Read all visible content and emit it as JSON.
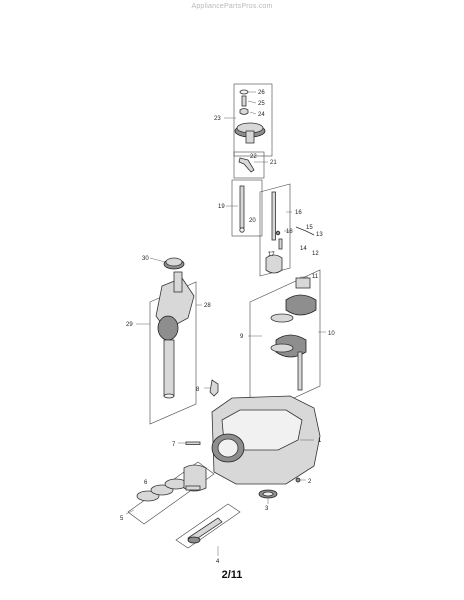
{
  "watermark": "AppliancePartsPros.com",
  "page_number": "2/11",
  "callouts": [
    "1",
    "2",
    "3",
    "4",
    "5",
    "6",
    "7",
    "8",
    "9",
    "10",
    "11",
    "12",
    "13",
    "14",
    "15",
    "16",
    "17",
    "18",
    "19",
    "20",
    "21",
    "22",
    "23",
    "24",
    "25",
    "26",
    "28",
    "29",
    "30"
  ]
}
